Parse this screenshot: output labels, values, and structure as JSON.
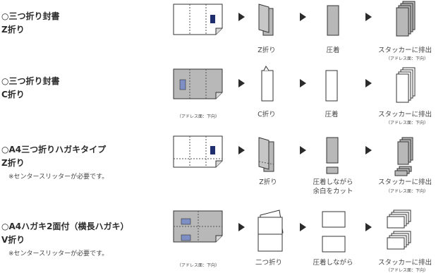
{
  "rows": [
    {
      "title": "○三つ折り封書\nZ折り",
      "caption_fold": "Z折り",
      "caption_press": "圧着",
      "caption_out": "スタッカーに排出",
      "caption_out_sub": "（アドレス面：下向）"
    },
    {
      "title": "○三つ折り封書\nC折り",
      "note_address": "（アドレス面：下向）",
      "caption_fold": "C折り",
      "caption_press": "圧着",
      "caption_out": "スタッカーに排出",
      "caption_out_sub": "（アドレス面：下向）"
    },
    {
      "title": "○A4三つ折りハガキタイプ\nZ折り",
      "subnote": "※センタースリッターが必要です。",
      "caption_fold": "Z折り",
      "caption_press_1": "圧着しながら",
      "caption_press_2": "余白をカット",
      "caption_out": "スタッカーに排出",
      "caption_out_sub": "（アドレス面：下向）"
    },
    {
      "title": "○A4ハガキ2面付（横長ハガキ）\nV折り",
      "subnote": "※センタースリッターが必要です。",
      "note_address": "（アドレス面：下向）",
      "caption_fold": "二つ折り",
      "caption_press_1": "圧着しながら",
      "caption_out": "スタッカーに排出",
      "caption_out_sub": "（アドレス面：下向）"
    }
  ],
  "colors": {
    "sheet_gray": "#b8b8b8",
    "mark_navy": "#1f2f6e",
    "mark_blue": "#7d8fc4",
    "arrow": "#2b2b2b",
    "stroke": "#333333"
  }
}
